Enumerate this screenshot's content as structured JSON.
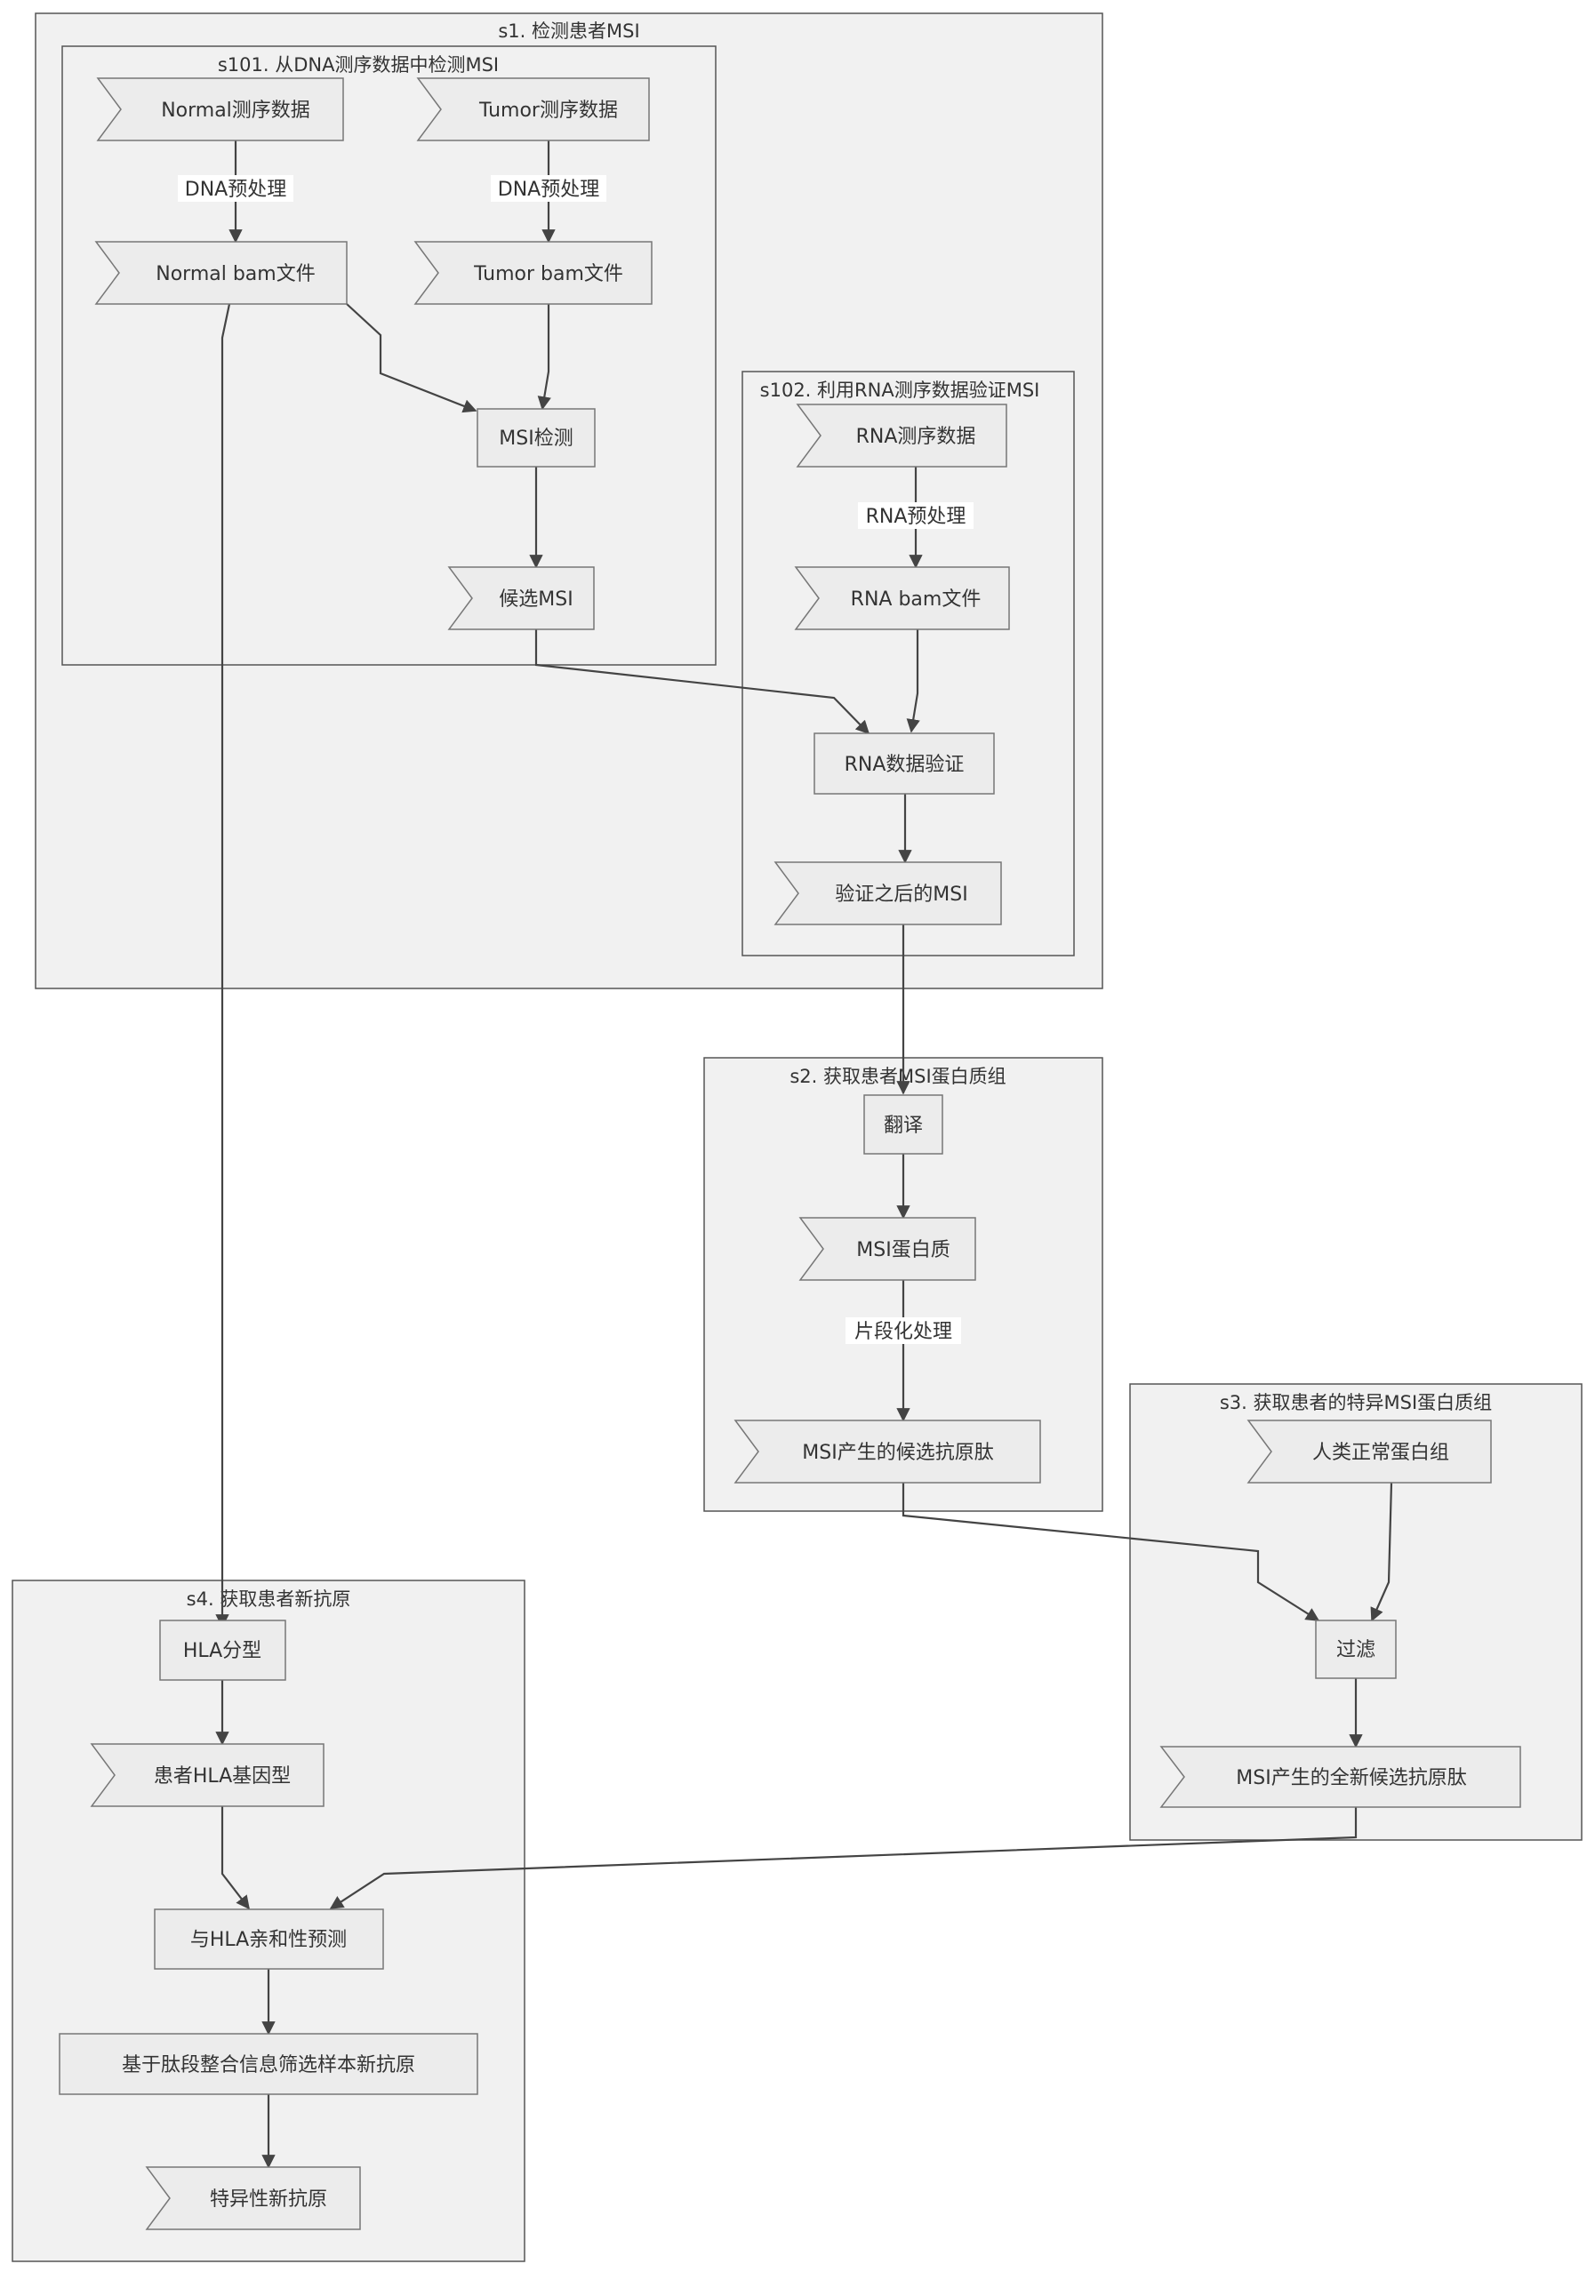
{
  "clusters": {
    "s1": "s1. 检测患者MSI",
    "s101": "s101. 从DNA测序数据中检测MSI",
    "s102": "s102. 利用RNA测序数据验证MSI",
    "s2": "s2. 获取患者MSI蛋白质组",
    "s3": "s3. 获取患者的特异MSI蛋白质组",
    "s4": "s4. 获取患者新抗原"
  },
  "nodes": {
    "normal_seq": "Normal测序数据",
    "tumor_seq": "Tumor测序数据",
    "normal_bam": "Normal bam文件",
    "tumor_bam": "Tumor bam文件",
    "msi_detect": "MSI检测",
    "candidate_msi": "候选MSI",
    "rna_seq": "RNA测序数据",
    "rna_bam": "RNA bam文件",
    "rna_validate": "RNA数据验证",
    "validated_msi": "验证之后的MSI",
    "translate": "翻译",
    "msi_protein": "MSI蛋白质",
    "msi_candidate_peptide": "MSI产生的候选抗原肽",
    "human_proteome": "人类正常蛋白组",
    "filter": "过滤",
    "msi_new_peptide": "MSI产生的全新候选抗原肽",
    "hla_typing": "HLA分型",
    "patient_hla": "患者HLA基因型",
    "hla_affinity": "与HLA亲和性预测",
    "screen": "基于肽段整合信息筛选样本新抗原",
    "specific_neoantigen": "特异性新抗原"
  },
  "edge_labels": {
    "dna_pre_normal": "DNA预处理",
    "dna_pre_tumor": "DNA预处理",
    "rna_pre": "RNA预处理",
    "fragment": "片段化处理"
  }
}
